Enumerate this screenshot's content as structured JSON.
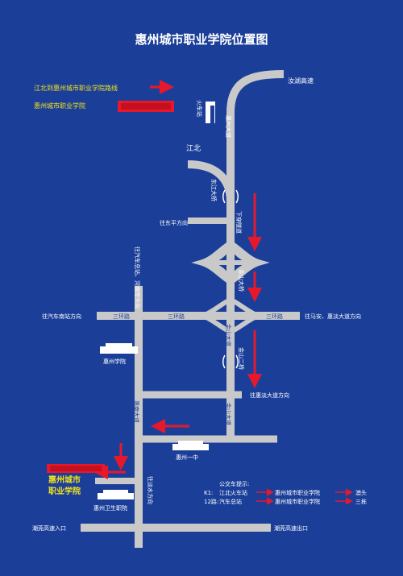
{
  "title": "惠州城市职业学院位置图",
  "colors": {
    "background": "#1b3f99",
    "road": "#c9c9c9",
    "route": "#e8182c",
    "legend_text": "#f2e21c",
    "label": "#ffffff",
    "building": "#ffffff"
  },
  "legend": {
    "route_label": "江北到惠州城市职业学院路线",
    "location_label": "惠州城市职业学院"
  },
  "labels": {
    "ruhu_expressway": "汝湖高速",
    "train_station": "火车站",
    "huizhou_avenue": "惠州大道",
    "jiangbei": "江北",
    "dongjiang_bridge": "东江大桥",
    "underpass": "下穿隧道",
    "to_dongping": "往东平方向",
    "to_bus_terminal": "往汽车总站、河南岸方向",
    "jinshan_bridge": "金山大桥",
    "to_south_bus_station": "往汽车南站方向",
    "ring_road": "三环路",
    "to_maan": "往马安、惠淡大道方向",
    "huizhou_college": "惠州学院",
    "jinshan_avenue": "金山大道",
    "jinshan_2nd_bridge": "金山二桥",
    "to_huidan": "往惠淡大道方向",
    "huinan_avenue": "惠南大道",
    "huizhou_no1_middle": "惠州一中",
    "school_name": "惠州城市职业学院",
    "to_danshui": "往淡水方向",
    "health_school": "惠州卫生职院",
    "guanguan_entrance": "潮莞高速入口",
    "guanguan_exit": "潮莞高速出口"
  },
  "bus_info": {
    "heading": "公交车提示:",
    "routes": [
      {
        "line": "K1:",
        "from": "江北火车站",
        "to": "惠州城市职业学院",
        "end": "澳头"
      },
      {
        "line": "12路:",
        "from": "汽车总站",
        "to": "惠州城市职业学院",
        "end": "三栋"
      }
    ]
  },
  "icons": [
    "route-arrow-icon",
    "building-icon",
    "school-marker-icon"
  ]
}
